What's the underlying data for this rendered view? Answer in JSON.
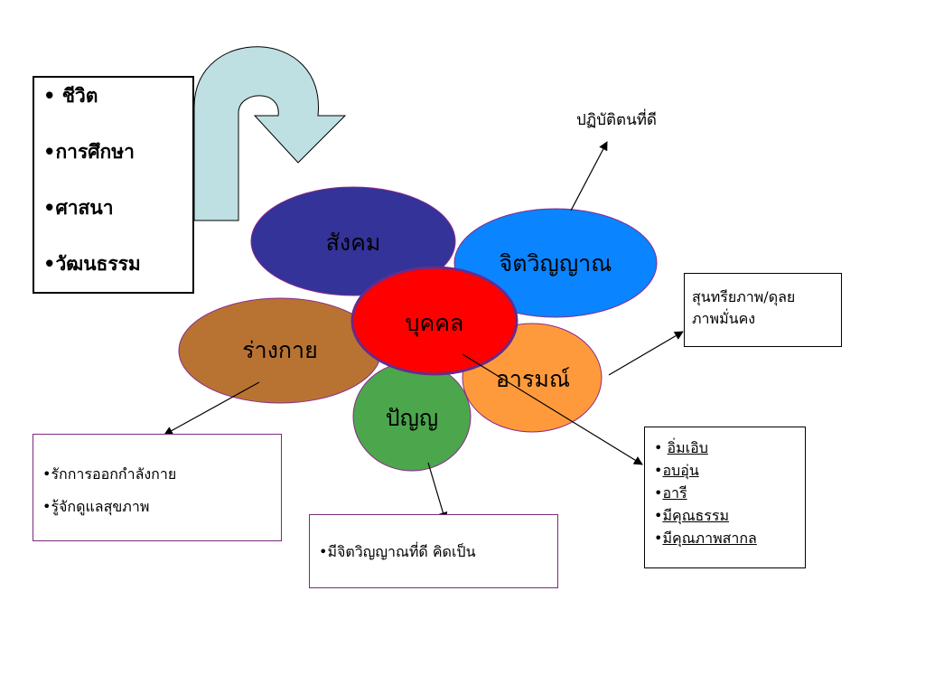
{
  "left_list": [
    "ชีวิต",
    "การศึกษา",
    "ศาสนา",
    "วัฒนธรรม"
  ],
  "bullet": "•",
  "center": "บุคคล",
  "petals": {
    "society": "สังคม",
    "spirit": "จิตวิญญาณ",
    "body": "ร่างกาย",
    "emotion": "อารมณ์",
    "wisdom": "ปัญญ"
  },
  "practice_label": "ปฏิบัติตนที่ดี",
  "aesthetics": [
    "สุนทรียภาพ/ดุลย",
    "ภาพมั่นคง"
  ],
  "body_box": [
    "รักการออกกำลังกาย",
    "รู้จักดูแลสุขภาพ"
  ],
  "wisdom_box": "มีจิตวิญญาณที่ดี คิดเป็น",
  "emotion_box": [
    "อิ่มเอิบ",
    "อบอุ่น",
    "อารี",
    "มีคุณธรรม",
    "มีคุณภาพสากล"
  ],
  "colors": {
    "society": "#333399",
    "spirit": "#0a84ff",
    "body": "#b87333",
    "emotion": "#ff9a3c",
    "wisdom": "#4ca64c",
    "center": "#ff0000",
    "arrow": "#bfe0e3"
  }
}
